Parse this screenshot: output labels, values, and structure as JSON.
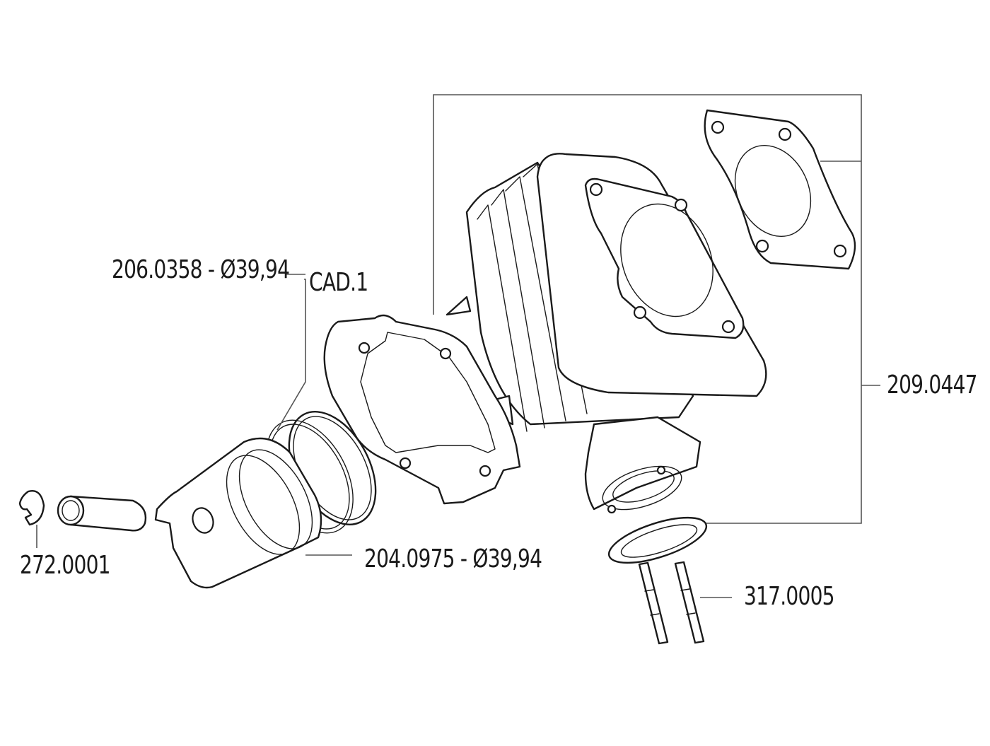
{
  "diagram": {
    "type": "exploded-parts-diagram",
    "subject": "cylinder kit",
    "colors": {
      "line": "#1a1a1a",
      "leader": "#555555",
      "background": "#ffffff"
    },
    "parts": [
      {
        "id": "piston-rings",
        "label": "206.0358 - Ø39,94",
        "note": "CAD.1"
      },
      {
        "id": "cylinder-set",
        "label": "209.0447"
      },
      {
        "id": "piston",
        "label": "204.0975 - Ø39,94"
      },
      {
        "id": "circlip",
        "label": "272.0001"
      },
      {
        "id": "dowel-pins",
        "label": "317.0005"
      }
    ]
  }
}
